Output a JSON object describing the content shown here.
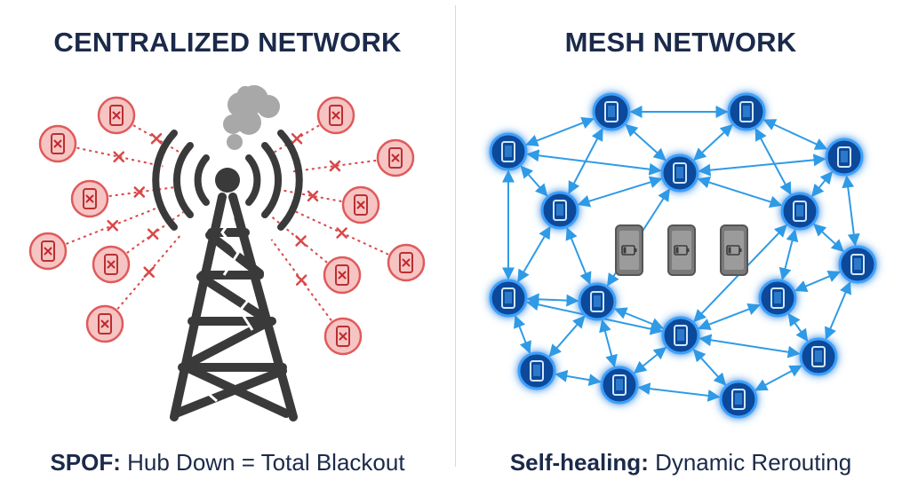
{
  "left_panel": {
    "title": "CENTRALIZED NETWORK",
    "caption_bold": "SPOF:",
    "caption_rest": " Hub Down = Total Blackout",
    "node_status": "disconnected",
    "hub_status": "failed"
  },
  "right_panel": {
    "title": "MESH NETWORK",
    "caption_bold": "Self-healing:",
    "caption_rest": " Dynamic Rerouting",
    "node_status": "connected",
    "offline_devices": 3,
    "offline_battery_state": "low-battery"
  },
  "colors": {
    "title_text": "#1b2a4a",
    "failed_node": "#e05a5a",
    "failed_node_fill": "#f7c4c4",
    "link_failed": "#d94848",
    "mesh_node": "#0b4a9a",
    "mesh_glow": "#3aa0ff",
    "mesh_link": "#2f9be6",
    "tower": "#3a3a3a",
    "offline_device": "#7a7a7a"
  },
  "icons": {
    "failed_node": "phone-x-icon",
    "hub": "broken-radio-tower-icon",
    "mesh_node": "phone-icon",
    "offline_device": "dead-battery-phone-icon"
  }
}
